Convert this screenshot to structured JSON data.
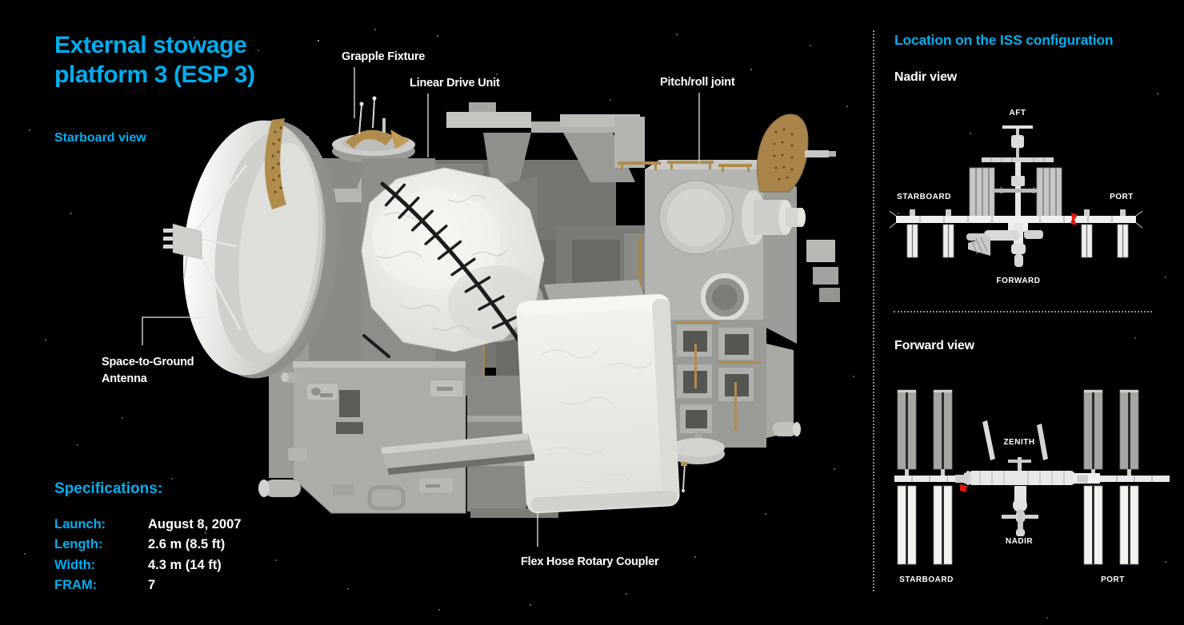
{
  "colors": {
    "background": "#000000",
    "accent_cyan": "#00AEEF",
    "label_white": "#FFFFFF",
    "marker_red": "#E3170D",
    "gold": "#B7934F"
  },
  "header": {
    "title_line1": "External stowage",
    "title_line2": "platform 3 (ESP 3)",
    "view_label": "Starboard view"
  },
  "callouts": {
    "grapple_fixture": "Grapple Fixture",
    "linear_drive_unit": "Linear Drive Unit",
    "pitch_roll_joint": "Pitch/roll joint",
    "space_to_ground_antenna_line1": "Space-to-Ground",
    "space_to_ground_antenna_line2": "Antenna",
    "flex_hose_rotary_coupler": "Flex Hose Rotary Coupler"
  },
  "specifications": {
    "heading": "Specifications:",
    "rows": [
      {
        "label": "Launch:",
        "value": "August 8, 2007"
      },
      {
        "label": "Length:",
        "value": "2.6 m (8.5 ft)"
      },
      {
        "label": "Width:",
        "value": "4.3 m (14 ft)"
      },
      {
        "label": "FRAM:",
        "value": "7"
      }
    ]
  },
  "location_panel": {
    "heading": "Location on the ISS configuration",
    "nadir_view": {
      "title": "Nadir view",
      "direction_labels": {
        "top": "AFT",
        "left": "STARBOARD",
        "right": "PORT",
        "bottom": "FORWARD"
      }
    },
    "forward_view": {
      "title": "Forward view",
      "direction_labels": {
        "top": "ZENITH",
        "center_bottom": "NADIR",
        "bottom_left": "STARBOARD",
        "bottom_right": "PORT"
      }
    }
  }
}
